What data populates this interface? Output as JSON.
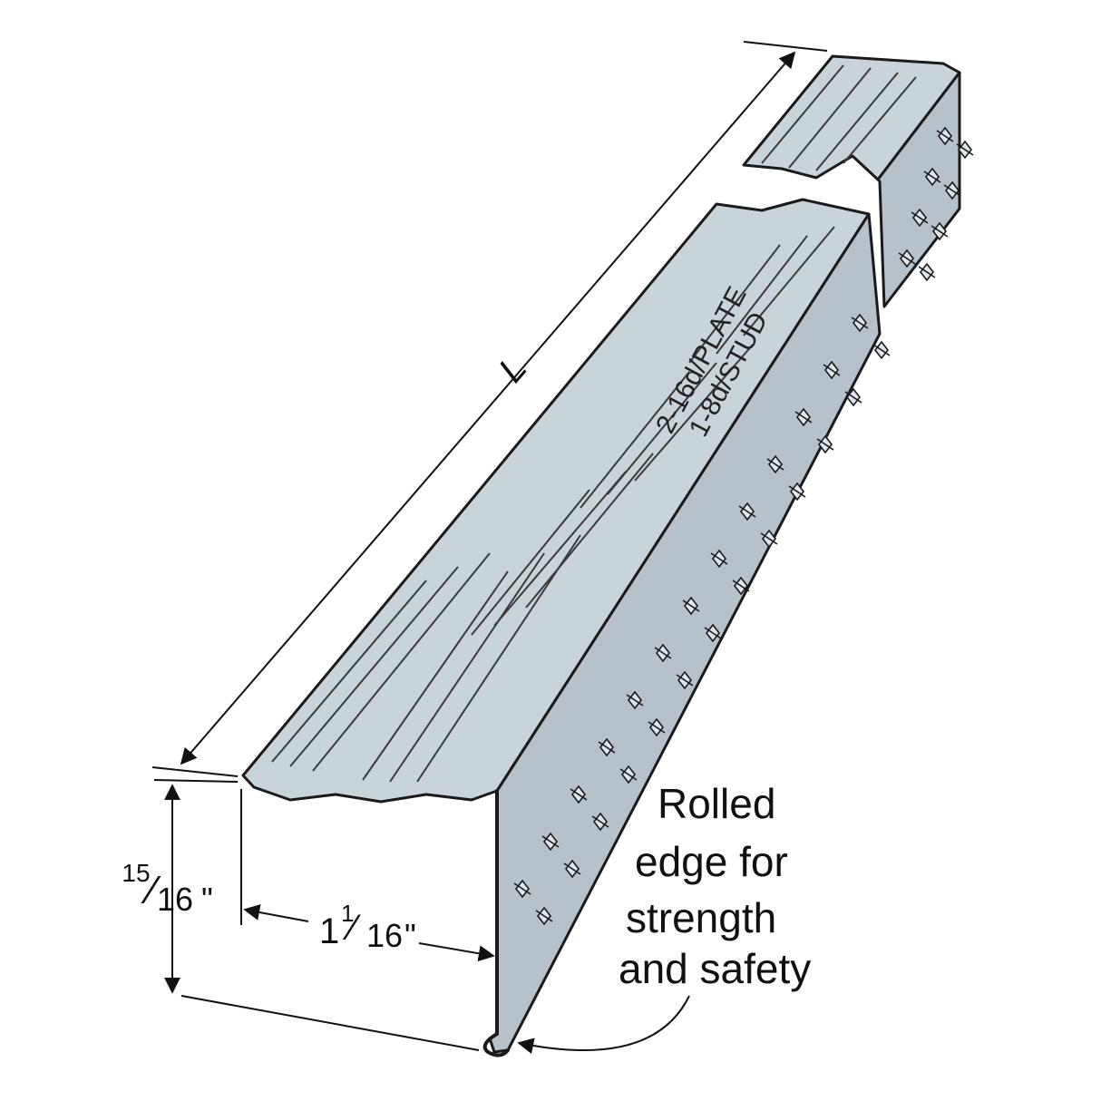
{
  "dimensions": {
    "length_label": "L",
    "height": {
      "whole": "",
      "num": "15",
      "den": "16",
      "unit": "\""
    },
    "width": {
      "whole": "1",
      "num": "1",
      "den": "16",
      "unit": "\""
    }
  },
  "stamp": {
    "line1": "2-16d/PLATE",
    "line2": "1-8d/STUD"
  },
  "callout": {
    "lines": [
      "Rolled",
      "edge for",
      "strength",
      "and safety"
    ]
  },
  "colors": {
    "metal": "#c9d3da",
    "metal_shade": "#b6c1c9",
    "outline": "#1a1a1a",
    "background": "#ffffff"
  }
}
